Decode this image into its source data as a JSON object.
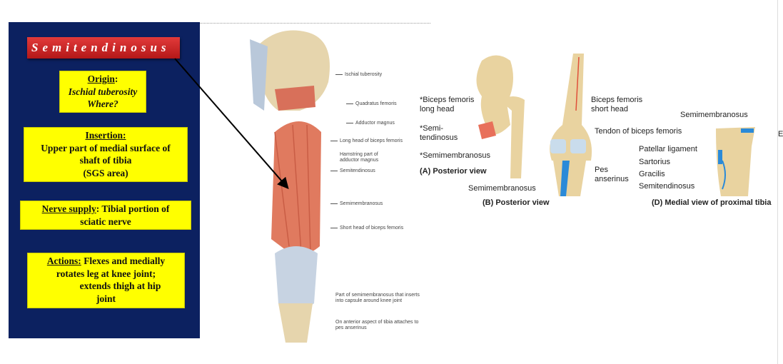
{
  "title": "Semitendinosus",
  "origin": {
    "heading": "Origin",
    "line1": "Ischial tuberosity",
    "line2": "Where?"
  },
  "insertion": {
    "heading": "Insertion:",
    "line1": "Upper part of medial surface of",
    "line2": "shaft of tibia",
    "line3": "(SGS area)"
  },
  "nerve": {
    "heading": "Nerve supply",
    "line1": ": Tibial portion of",
    "line2": "sciatic nerve"
  },
  "actions": {
    "heading": "Actions:",
    "line1": " Flexes and medially",
    "line2": "rotates leg at knee joint;",
    "line3": "extends thigh at hip",
    "line4": "joint"
  },
  "leg_labels": [
    "Ischial tuberosity",
    "Quadratus femoris",
    "Adductor magnus",
    "Long head of biceps femoris",
    "Hamstring part of adductor magnus",
    "Semitendinosus",
    "Semimembranosus",
    "Short head of biceps femoris",
    "Part of semimembranosus that inserts into capsule around knee joint",
    "On anterior aspect of tibia attaches to pes anserinus"
  ],
  "figA": {
    "labels": [
      "*Biceps femoris long head",
      "*Semi-tendinosus",
      "*Semimembranosus"
    ],
    "caption": "(A) Posterior view"
  },
  "figB": {
    "labels": [
      "Biceps femoris short head",
      "Tendon of biceps femoris",
      "Pes anserinus",
      "Semimembranosus"
    ],
    "caption": "(B) Posterior view"
  },
  "figD": {
    "labels": [
      "Semimembranosus",
      "Patellar ligament",
      "Sartorius",
      "Gracilis",
      "Semitendinosus"
    ],
    "caption": "(D) Medial view of proximal tibia",
    "edge_letter": "E"
  },
  "colors": {
    "panel": "#0c2160",
    "title_bar": "#d02828",
    "info_box": "#ffff00",
    "muscle": "#e07a5f",
    "bone": "#e9d3a0",
    "attachment": "#2b8ad8"
  }
}
